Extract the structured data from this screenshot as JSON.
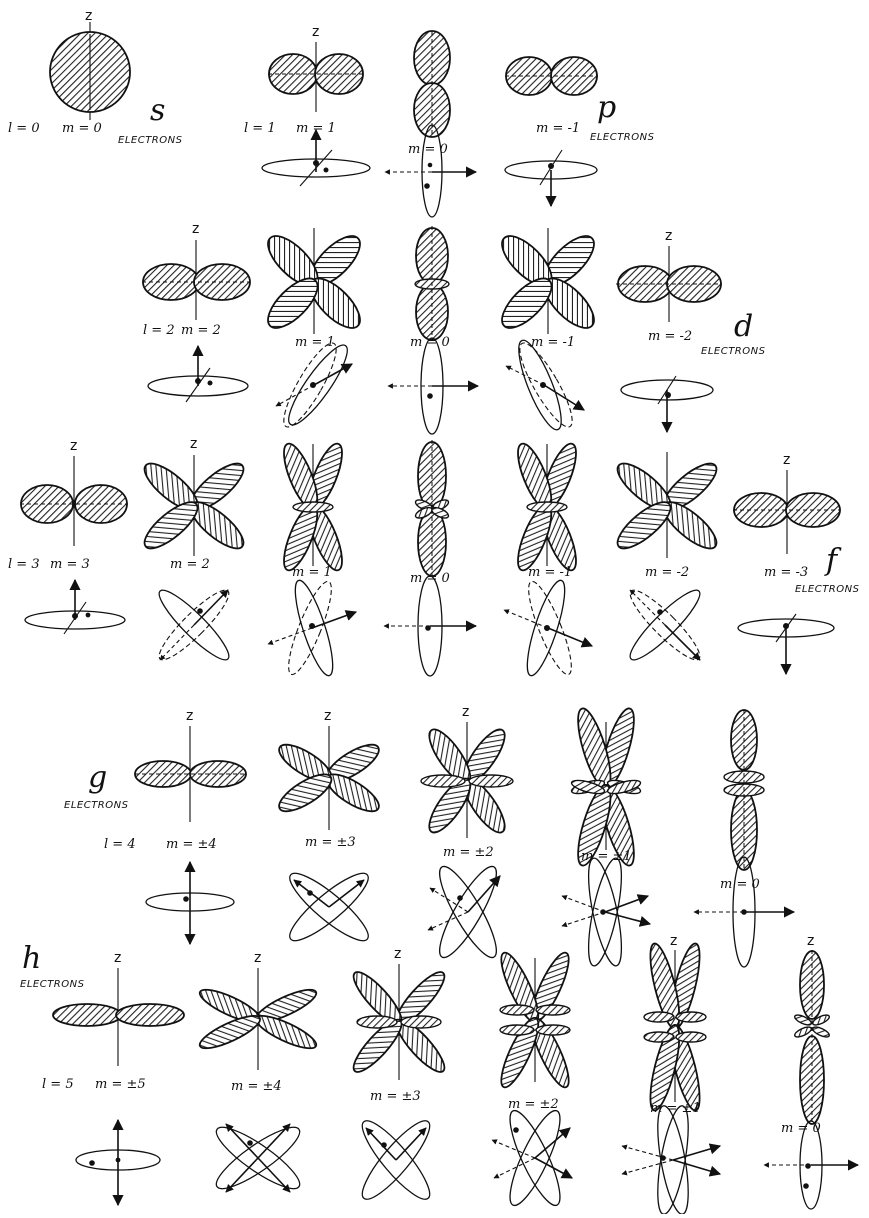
{
  "axis_label": "z",
  "electrons_word": "ELECTRONS",
  "groups": {
    "s": {
      "letter": "s",
      "l_label": "l = 0",
      "m_labels": [
        "m = 0"
      ]
    },
    "p": {
      "letter": "p",
      "l_label": "l = 1",
      "m_labels": [
        "m = 1",
        "m = 0",
        "m = -1"
      ]
    },
    "d": {
      "letter": "d",
      "l_label": "l = 2",
      "m_labels": [
        "m = 2",
        "m = 1",
        "m = 0",
        "m = -1",
        "m = -2"
      ]
    },
    "f": {
      "letter": "f",
      "l_label": "l = 3",
      "m_labels": [
        "m = 3",
        "m = 2",
        "m = 1",
        "m = 0",
        "m = -1",
        "m = -2",
        "m = -3"
      ]
    },
    "g": {
      "letter": "g",
      "l_label": "l = 4",
      "m_labels": [
        "m = ±4",
        "m = ±3",
        "m = ±2",
        "m = ±1",
        "m = 0"
      ]
    },
    "h": {
      "letter": "h",
      "l_label": "l = 5",
      "m_labels": [
        "m = ±5",
        "m = ±4",
        "m = ±3",
        "m = ±2",
        "m = ±1",
        "m = 0"
      ]
    }
  }
}
